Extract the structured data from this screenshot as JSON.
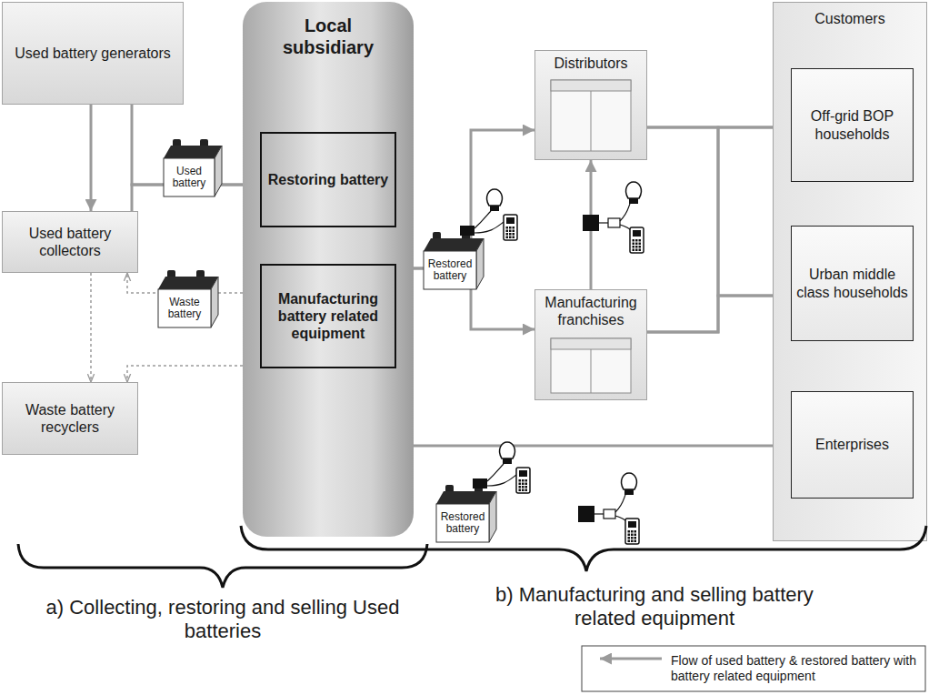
{
  "diagram": {
    "nodes": [
      {
        "text": [
          "Used battery generators"
        ]
      },
      {
        "text": [
          "Local subsidiary"
        ]
      },
      {
        "text": [
          "Restoring battery"
        ],
        "in": 1
      },
      {
        "text": [
          "Manufacturing battery related equipment"
        ],
        "in": 1
      },
      {
        "text": [
          "Used battery collectors"
        ]
      },
      {
        "text": [
          "Waste battery recyclers"
        ]
      },
      {
        "text": [
          "Distributors"
        ]
      },
      {
        "text": [
          "Manufacturing franchises"
        ]
      },
      {
        "text": [
          "Customers"
        ]
      },
      {
        "text": [
          "Off-grid BOP households"
        ],
        "in": 8
      },
      {
        "text": [
          "Urban middle class households"
        ],
        "in": 8
      },
      {
        "text": [
          "Enterprises"
        ],
        "in": 8
      }
    ],
    "edges": [
      {
        "from": 0,
        "to": 4,
        "arrow": "to"
      },
      {
        "from": 0,
        "to": 2,
        "arrow": "to"
      },
      {
        "from": 4,
        "to": 2,
        "arrow": "to"
      },
      {
        "from": 4,
        "to": 5,
        "arrow": "to"
      },
      {
        "from": 1,
        "to": 4,
        "arrow": "to"
      },
      {
        "from": 1,
        "to": 5,
        "arrow": "to"
      },
      {
        "from": 1,
        "to": 6,
        "arrow": "to"
      },
      {
        "from": 1,
        "to": 7,
        "arrow": "to"
      },
      {
        "from": 7,
        "to": 6,
        "arrow": "to"
      },
      {
        "from": 6,
        "to": 9,
        "arrow": "to"
      },
      {
        "from": 6,
        "to": 10,
        "arrow": "to"
      },
      {
        "from": 7,
        "to": 9,
        "arrow": "to"
      },
      {
        "from": 7,
        "to": 10,
        "arrow": "to"
      },
      {
        "from": 1,
        "to": 11,
        "arrow": "to"
      }
    ],
    "labels": [
      "Used battery",
      "Waste battery",
      "Restored battery",
      "Restored battery",
      "a) Collecting, restoring and selling Used batteries",
      "b) Manufacturing and selling battery related equipment"
    ],
    "legend": [
      {
        "text": "Flow of used battery & restored battery with battery related equipment"
      }
    ]
  }
}
